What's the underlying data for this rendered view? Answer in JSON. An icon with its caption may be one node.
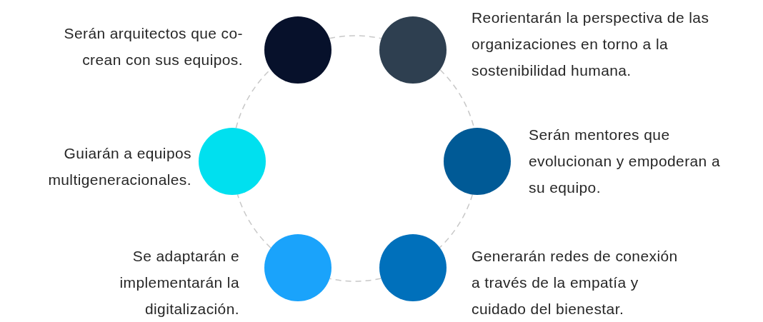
{
  "diagram": {
    "nodes": [
      {
        "text": [],
        "shape": "circle",
        "beside": [
          "Serán arquitectos que co-crean con sus equipos."
        ]
      },
      {
        "text": [],
        "shape": "circle",
        "beside": [
          "Reorientarán la perspectiva de las organizaciones en torno a la sostenibilidad humana."
        ]
      },
      {
        "text": [],
        "shape": "circle",
        "beside": [
          "Guiarán a equipos multigeneracionales."
        ]
      },
      {
        "text": [],
        "shape": "circle",
        "beside": [
          "Serán mentores que evolucionan y empoderan a su equipo."
        ]
      },
      {
        "text": [],
        "shape": "circle",
        "beside": [
          "Se adaptarán e implementarán la digitalización."
        ]
      },
      {
        "text": [],
        "shape": "circle",
        "beside": [
          "Generarán redes de conexión a través de la empatía y cuidado del bienestar."
        ]
      }
    ],
    "edges": [
      {
        "from": 0,
        "to": 1,
        "arrow": "none",
        "style": "dashed"
      },
      {
        "from": 1,
        "to": 3,
        "arrow": "none",
        "style": "dashed"
      },
      {
        "from": 3,
        "to": 5,
        "arrow": "none",
        "style": "dashed"
      },
      {
        "from": 5,
        "to": 4,
        "arrow": "none",
        "style": "dashed"
      },
      {
        "from": 4,
        "to": 2,
        "arrow": "none",
        "style": "dashed"
      },
      {
        "from": 2,
        "to": 0,
        "arrow": "none",
        "style": "dashed"
      }
    ]
  }
}
